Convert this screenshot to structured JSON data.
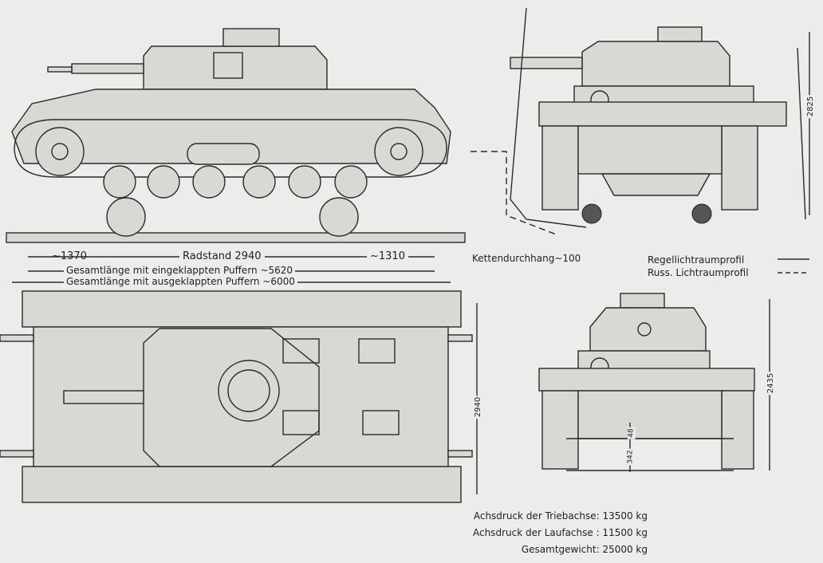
{
  "side_view": {
    "dim_front": "~1370",
    "wheelbase": "Radstand 2940",
    "dim_rear": "~1310",
    "length_retracted": "Gesamtlänge mit eingeklappten Puffern ~5620",
    "length_extended": "Gesamtlänge mit ausgeklappten Puffern ~6000"
  },
  "front_view": {
    "height": "2825",
    "track_sag": "Kettendurchhang~100",
    "legend": [
      {
        "label": "Regellichtraumprofil",
        "style": "solid"
      },
      {
        "label": "Russ. Lichtraumprofil",
        "style": "dashed"
      }
    ]
  },
  "top_view": {
    "width": "2940"
  },
  "rear_view": {
    "height": "2435",
    "dim_a": "48",
    "dim_b": "342"
  },
  "specs": [
    "Achsdruck der Triebachse: 13500 kg",
    "Achsdruck der Laufachse : 11500 kg",
    "Gesamtgewicht: 25000 kg"
  ]
}
